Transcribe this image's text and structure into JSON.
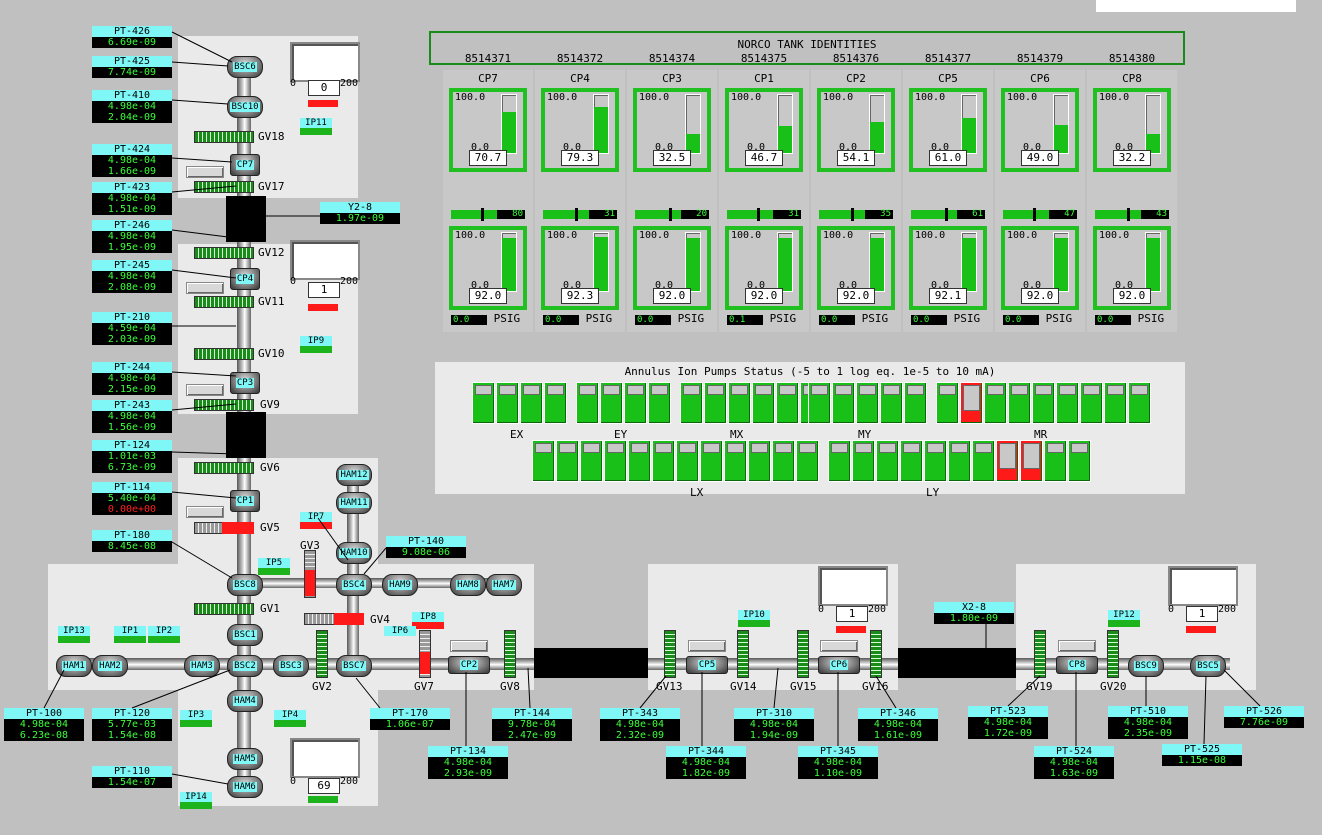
{
  "pressure_tags": [
    {
      "id": "PT-426",
      "v1": "6.69e-09"
    },
    {
      "id": "PT-425",
      "v1": "7.74e-09"
    },
    {
      "id": "PT-410",
      "v1": "4.98e-04",
      "v2": "2.04e-09"
    },
    {
      "id": "PT-424",
      "v1": "4.98e-04",
      "v2": "1.66e-09"
    },
    {
      "id": "PT-423",
      "v1": "4.98e-04",
      "v2": "1.51e-09"
    },
    {
      "id": "Y2-8",
      "v1": "1.97e-09"
    },
    {
      "id": "PT-246",
      "v1": "4.98e-04",
      "v2": "1.95e-09"
    },
    {
      "id": "PT-245",
      "v1": "4.98e-04",
      "v2": "2.08e-09"
    },
    {
      "id": "PT-210",
      "v1": "4.59e-04",
      "v2": "2.03e-09"
    },
    {
      "id": "PT-244",
      "v1": "4.98e-04",
      "v2": "2.15e-09"
    },
    {
      "id": "PT-243",
      "v1": "4.98e-04",
      "v2": "1.56e-09"
    },
    {
      "id": "PT-124",
      "v1": "1.01e-03",
      "v2": "6.73e-09"
    },
    {
      "id": "PT-114",
      "v1": "5.40e-04",
      "v2": "0.00e+00"
    },
    {
      "id": "PT-180",
      "v1": "8.45e-08"
    },
    {
      "id": "PT-140",
      "v1": "9.08e-06"
    },
    {
      "id": "PT-100",
      "v1": "4.98e-04",
      "v2": "6.23e-08"
    },
    {
      "id": "PT-120",
      "v1": "5.77e-03",
      "v2": "1.54e-08"
    },
    {
      "id": "PT-110",
      "v1": "1.54e-07"
    },
    {
      "id": "PT-170",
      "v1": "1.06e-07"
    },
    {
      "id": "PT-134",
      "v1": "4.98e-04",
      "v2": "2.93e-09"
    },
    {
      "id": "PT-144",
      "v1": "9.78e-04",
      "v2": "2.47e-09"
    },
    {
      "id": "PT-343",
      "v1": "4.98e-04",
      "v2": "2.32e-09"
    },
    {
      "id": "PT-344",
      "v1": "4.98e-04",
      "v2": "1.82e-09"
    },
    {
      "id": "PT-310",
      "v1": "4.98e-04",
      "v2": "1.94e-09"
    },
    {
      "id": "PT-345",
      "v1": "4.98e-04",
      "v2": "1.10e-09"
    },
    {
      "id": "PT-346",
      "v1": "4.98e-04",
      "v2": "1.61e-09"
    },
    {
      "id": "X2-8",
      "v1": "1.80e-09"
    },
    {
      "id": "PT-523",
      "v1": "4.98e-04",
      "v2": "1.72e-09"
    },
    {
      "id": "PT-524",
      "v1": "4.98e-04",
      "v2": "1.63e-09"
    },
    {
      "id": "PT-510",
      "v1": "4.98e-04",
      "v2": "2.35e-09"
    },
    {
      "id": "PT-525",
      "v1": "1.15e-08"
    },
    {
      "id": "PT-526",
      "v1": "7.76e-09"
    }
  ],
  "chambers": [
    "BSC6",
    "BSC10",
    "HAM12",
    "HAM11",
    "HAM10",
    "BSC8",
    "BSC4",
    "HAM9",
    "HAM8",
    "HAM7",
    "BSC1",
    "HAM1",
    "HAM2",
    "HAM3",
    "BSC2",
    "BSC3",
    "BSC7",
    "HAM4",
    "HAM5",
    "HAM6",
    "BSC9",
    "BSC5"
  ],
  "cryopumps": [
    "CP7",
    "CP4",
    "CP3",
    "CP1",
    "CP2",
    "CP5",
    "CP6",
    "CP8"
  ],
  "valves": [
    "GV18",
    "GV17",
    "GV12",
    "GV11",
    "GV10",
    "GV9",
    "GV6",
    "GV5",
    "GV3",
    "GV1",
    "GV4",
    "GV2",
    "GV7",
    "GV8",
    "GV13",
    "GV14",
    "GV15",
    "GV16",
    "GV19",
    "GV20"
  ],
  "ion_pump_tags": [
    "IP11",
    "IP9",
    "IP7",
    "IP5",
    "IP8",
    "IP6",
    "IP13",
    "IP1",
    "IP2",
    "IP3",
    "IP4",
    "IP14",
    "IP10",
    "IP12"
  ],
  "gauges": [
    {
      "value": "0",
      "min": "0",
      "max": "200"
    },
    {
      "value": "1",
      "min": "0",
      "max": "200"
    },
    {
      "value": "69",
      "min": "0",
      "max": "200"
    },
    {
      "value": "1",
      "min": "0",
      "max": "200"
    },
    {
      "value": "1",
      "min": "0",
      "max": "200"
    }
  ],
  "tanks": {
    "title": "NORCO TANK IDENTITIES",
    "items": [
      {
        "id": "8514371",
        "name": "CP7",
        "level": "70.7",
        "level_pct": 70.7,
        "slider": "80",
        "pressure": "92.0",
        "pressure_pct": 92.0,
        "psig": "0.0"
      },
      {
        "id": "8514372",
        "name": "CP4",
        "level": "79.3",
        "level_pct": 79.3,
        "slider": "31",
        "pressure": "92.3",
        "pressure_pct": 92.3,
        "psig": "0.0"
      },
      {
        "id": "8514374",
        "name": "CP3",
        "level": "32.5",
        "level_pct": 32.5,
        "slider": "20",
        "pressure": "92.0",
        "pressure_pct": 92.0,
        "psig": "0.0"
      },
      {
        "id": "8514375",
        "name": "CP1",
        "level": "46.7",
        "level_pct": 46.7,
        "slider": "31",
        "pressure": "92.0",
        "pressure_pct": 92.0,
        "psig": "0.1"
      },
      {
        "id": "8514376",
        "name": "CP2",
        "level": "54.1",
        "level_pct": 54.1,
        "slider": "35",
        "pressure": "92.0",
        "pressure_pct": 92.0,
        "psig": "0.0"
      },
      {
        "id": "8514377",
        "name": "CP5",
        "level": "61.0",
        "level_pct": 61.0,
        "slider": "61",
        "pressure": "92.1",
        "pressure_pct": 92.1,
        "psig": "0.0"
      },
      {
        "id": "8514379",
        "name": "CP6",
        "level": "49.0",
        "level_pct": 49.0,
        "slider": "47",
        "pressure": "92.0",
        "pressure_pct": 92.0,
        "psig": "0.0"
      },
      {
        "id": "8514380",
        "name": "CP8",
        "level": "32.2",
        "level_pct": 32.2,
        "slider": "43",
        "pressure": "92.0",
        "pressure_pct": 92.0,
        "psig": "0.0"
      }
    ],
    "scale_max": "100.0",
    "scale_min": "0.0",
    "unit": "PSIG"
  },
  "annulus": {
    "title": "Annulus Ion Pumps Status (-5 to 1 log eq. 1e-5 to 10 mA)",
    "row1_groups": [
      "EX",
      "EY",
      "MX",
      "MY",
      "MR"
    ],
    "row2_groups": [
      "LX",
      "LY"
    ]
  },
  "colors": {
    "ok": "#18c018",
    "alarm": "#ff1a1a",
    "label_bg": "#7ff7f7",
    "value_fg": "#3cff3c"
  }
}
